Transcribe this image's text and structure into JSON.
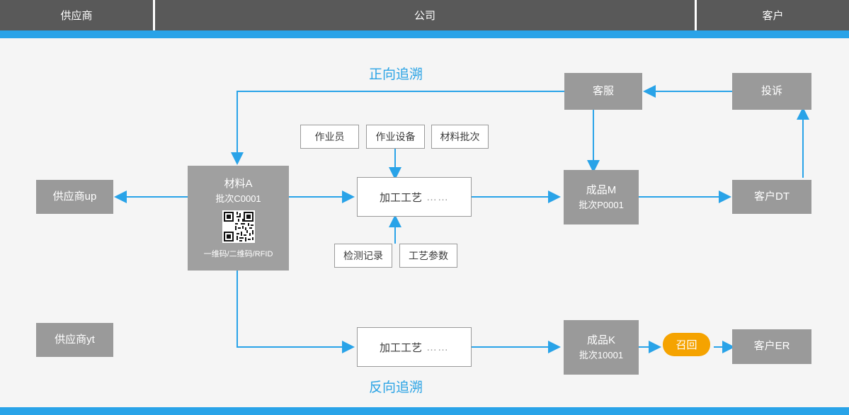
{
  "header": {
    "columns": [
      {
        "label": "供应商"
      },
      {
        "label": "公司"
      },
      {
        "label": "客户"
      }
    ]
  },
  "diagram": {
    "labels": {
      "forward": "正向追溯",
      "backward": "反向追溯"
    },
    "nodes": {
      "supplier_up": "供应商up",
      "supplier_yt": "供应商yt",
      "material_title": "材料A",
      "material_batch": "批次C0001",
      "material_code": "一维码/二维码/RFID",
      "operator": "作业员",
      "equipment": "作业设备",
      "material_lot": "材料批次",
      "inspection": "检测记录",
      "process_param": "工艺参数",
      "process_top": "加工工艺",
      "process_top_dots": "……",
      "process_bottom": "加工工艺",
      "process_bottom_dots": "……",
      "product_m_title": "成品M",
      "product_m_batch": "批次P0001",
      "product_k_title": "成品K",
      "product_k_batch": "批次10001",
      "customer_service": "客服",
      "complaint": "投诉",
      "customer_dt": "客户DT",
      "customer_er": "客户ER",
      "recall": "召回"
    }
  },
  "colors": {
    "accent_blue": "#29a3e8",
    "header_gray": "#595959",
    "node_gray": "#9a9a9a",
    "recall_orange": "#f5a300",
    "canvas_bg": "#f5f5f5"
  }
}
